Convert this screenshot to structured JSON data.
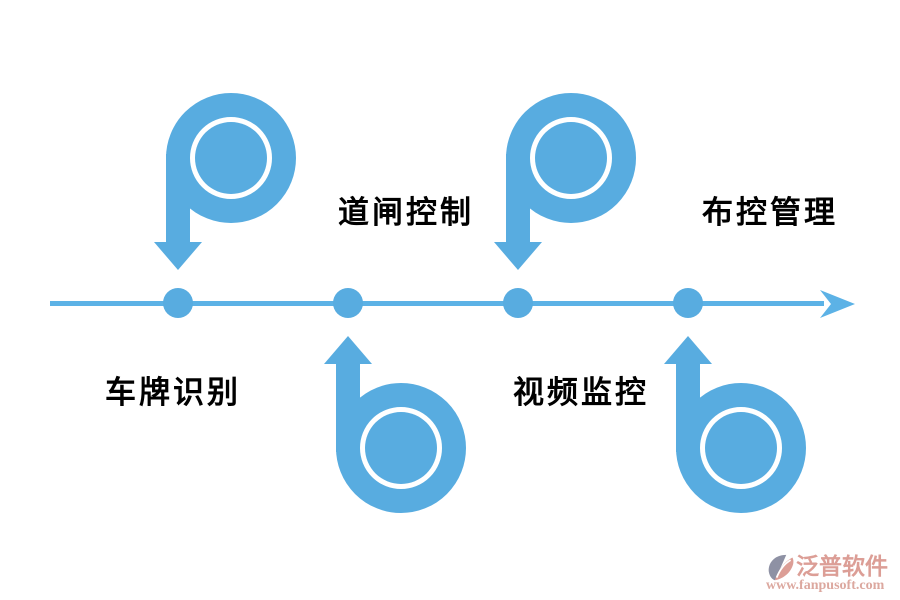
{
  "colors": {
    "accent": "#58ACE0",
    "line": "#5CB2E6",
    "wm": "#DC9E96",
    "wm-url": "#DCA89F",
    "wm-gray": "#8E91A4"
  },
  "diagram": {
    "type": "horizontal-timeline-flow",
    "axis": {
      "direction": "left-to-right",
      "node_count": 4
    },
    "nodes": [
      {
        "label": "车牌识别",
        "label_position": "below-line",
        "icon": "p-spiral-arrow-down",
        "icon_position": "above-line"
      },
      {
        "label": "道闸控制",
        "label_position": "above-line",
        "icon": "b-spiral-arrow-up",
        "icon_position": "below-line"
      },
      {
        "label": "视频监控",
        "label_position": "below-line",
        "icon": "p-spiral-arrow-down",
        "icon_position": "above-line"
      },
      {
        "label": "布控管理",
        "label_position": "above-line",
        "icon": "b-spiral-arrow-up",
        "icon_position": "below-line"
      }
    ]
  },
  "watermark": {
    "brand": "泛普软件",
    "url": "www.fanpusoft.com"
  }
}
